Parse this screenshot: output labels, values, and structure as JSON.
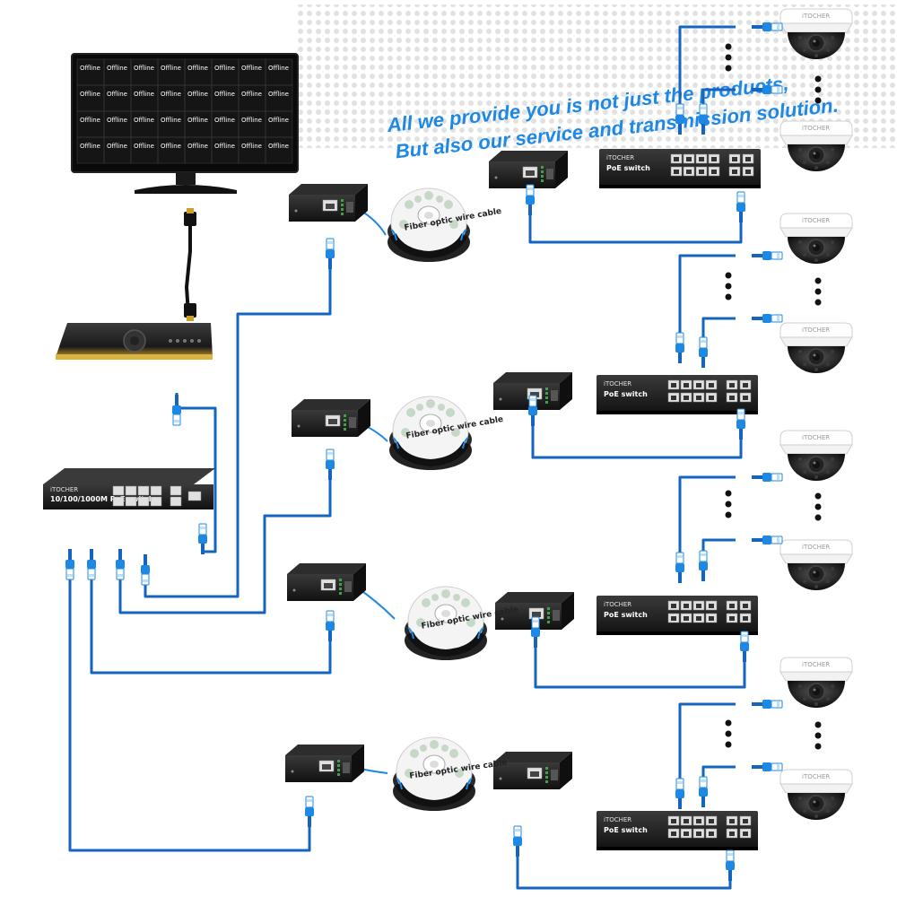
{
  "slogan": {
    "line1": "All we provide you is not just the products,",
    "line2": "But also our service and transmission solution."
  },
  "monitor": {
    "cell_text": "Offline",
    "rows": 4,
    "cols": 8
  },
  "switches": {
    "brand": "iTOCHER",
    "core_label": "10/100/1000M PoE switch",
    "poe_label": "PoE switch"
  },
  "fiber_reel": {
    "label": "Fiber optic wire cable"
  },
  "camera": {
    "brand": "iTOCHER"
  },
  "colors": {
    "cable": "#1565c0",
    "connector": "#1e88e5",
    "device_body": "#1f1f1f",
    "slogan": "#1e88e5"
  }
}
